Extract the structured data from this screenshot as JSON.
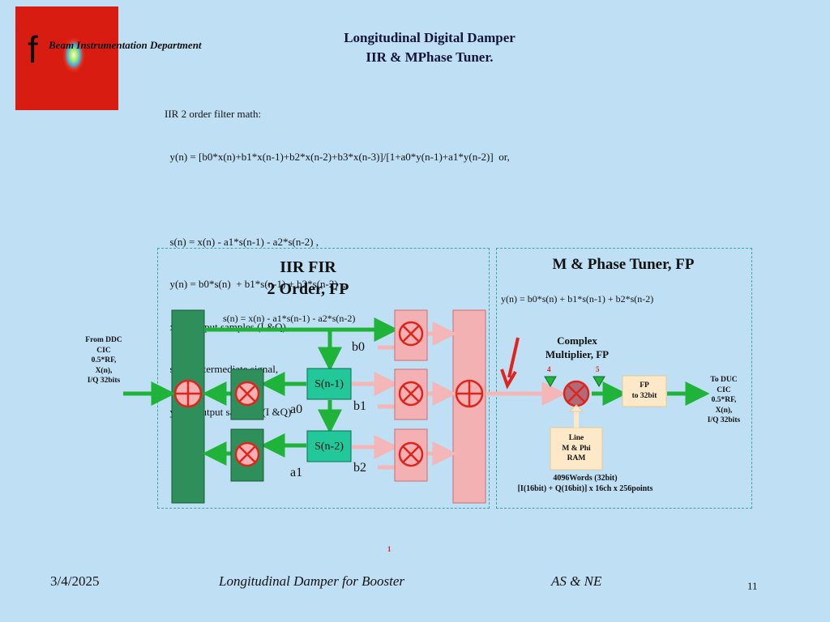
{
  "header": {
    "logo_letter": "f",
    "department": "Beam Instrumentation Department",
    "title_line1": "Longitudinal Digital Damper",
    "title_line2": "IIR & MPhase Tuner."
  },
  "math": {
    "lines": [
      "IIR 2 order filter math:",
      "  y(n) = [b0*x(n)+b1*x(n-1)+b2*x(n-2)+b3*x(n-3)]/[1+a0*y(n-1)+a1*y(n-2)]  or,",
      "",
      "  s(n) = x(n) - a1*s(n-1) - a2*s(n-2) ,",
      "  y(n) = b0*s(n)  + b1*s(n-1) + b2*s(n-2)  ,",
      "  x(n) - input samples (I &Q),",
      "  s(n) - intermediate signal,",
      "  y(n) - output samples (I &Q)"
    ]
  },
  "iir": {
    "title1": "IIR FIR",
    "title2": "2 Order, FP",
    "equation": "s(n) = x(n) - a1*s(n-1) - a2*s(n-2)",
    "input_lines": [
      "From DDC",
      "CIC",
      "0.5*RF,",
      "X(n),",
      "I/Q 32bits"
    ],
    "s1": "S(n-1)",
    "s2": "S(n-2)",
    "a0": "a0",
    "a1": "a1",
    "b0": "b0",
    "b1": "b1",
    "b2": "b2"
  },
  "tuner": {
    "title": "M & Phase Tuner, FP",
    "equation": "y(n) = b0*s(n)  + b1*s(n-1) + b2*s(n-2)",
    "multiplier_line1": "Complex",
    "multiplier_line2": "Multiplier, FP",
    "marker4": "4",
    "marker5": "5",
    "fp_line1": "FP",
    "fp_line2": "to 32bit",
    "output_lines": [
      "To DUC",
      "CIC",
      "0.5*RF,",
      "X(n),",
      "I/Q 32bits"
    ],
    "ram_line1": "Line",
    "ram_line2": "M & Phi",
    "ram_line3": "RAM",
    "ram_note1": "4096Words (32bit)",
    "ram_note2": "[I(16bit) + Q(16bit)] x 16ch x 256points"
  },
  "footnote": "1",
  "footer": {
    "date": "3/4/2025",
    "center": "Longitudinal Damper for Booster",
    "authors": "AS & NE",
    "page": "11"
  }
}
